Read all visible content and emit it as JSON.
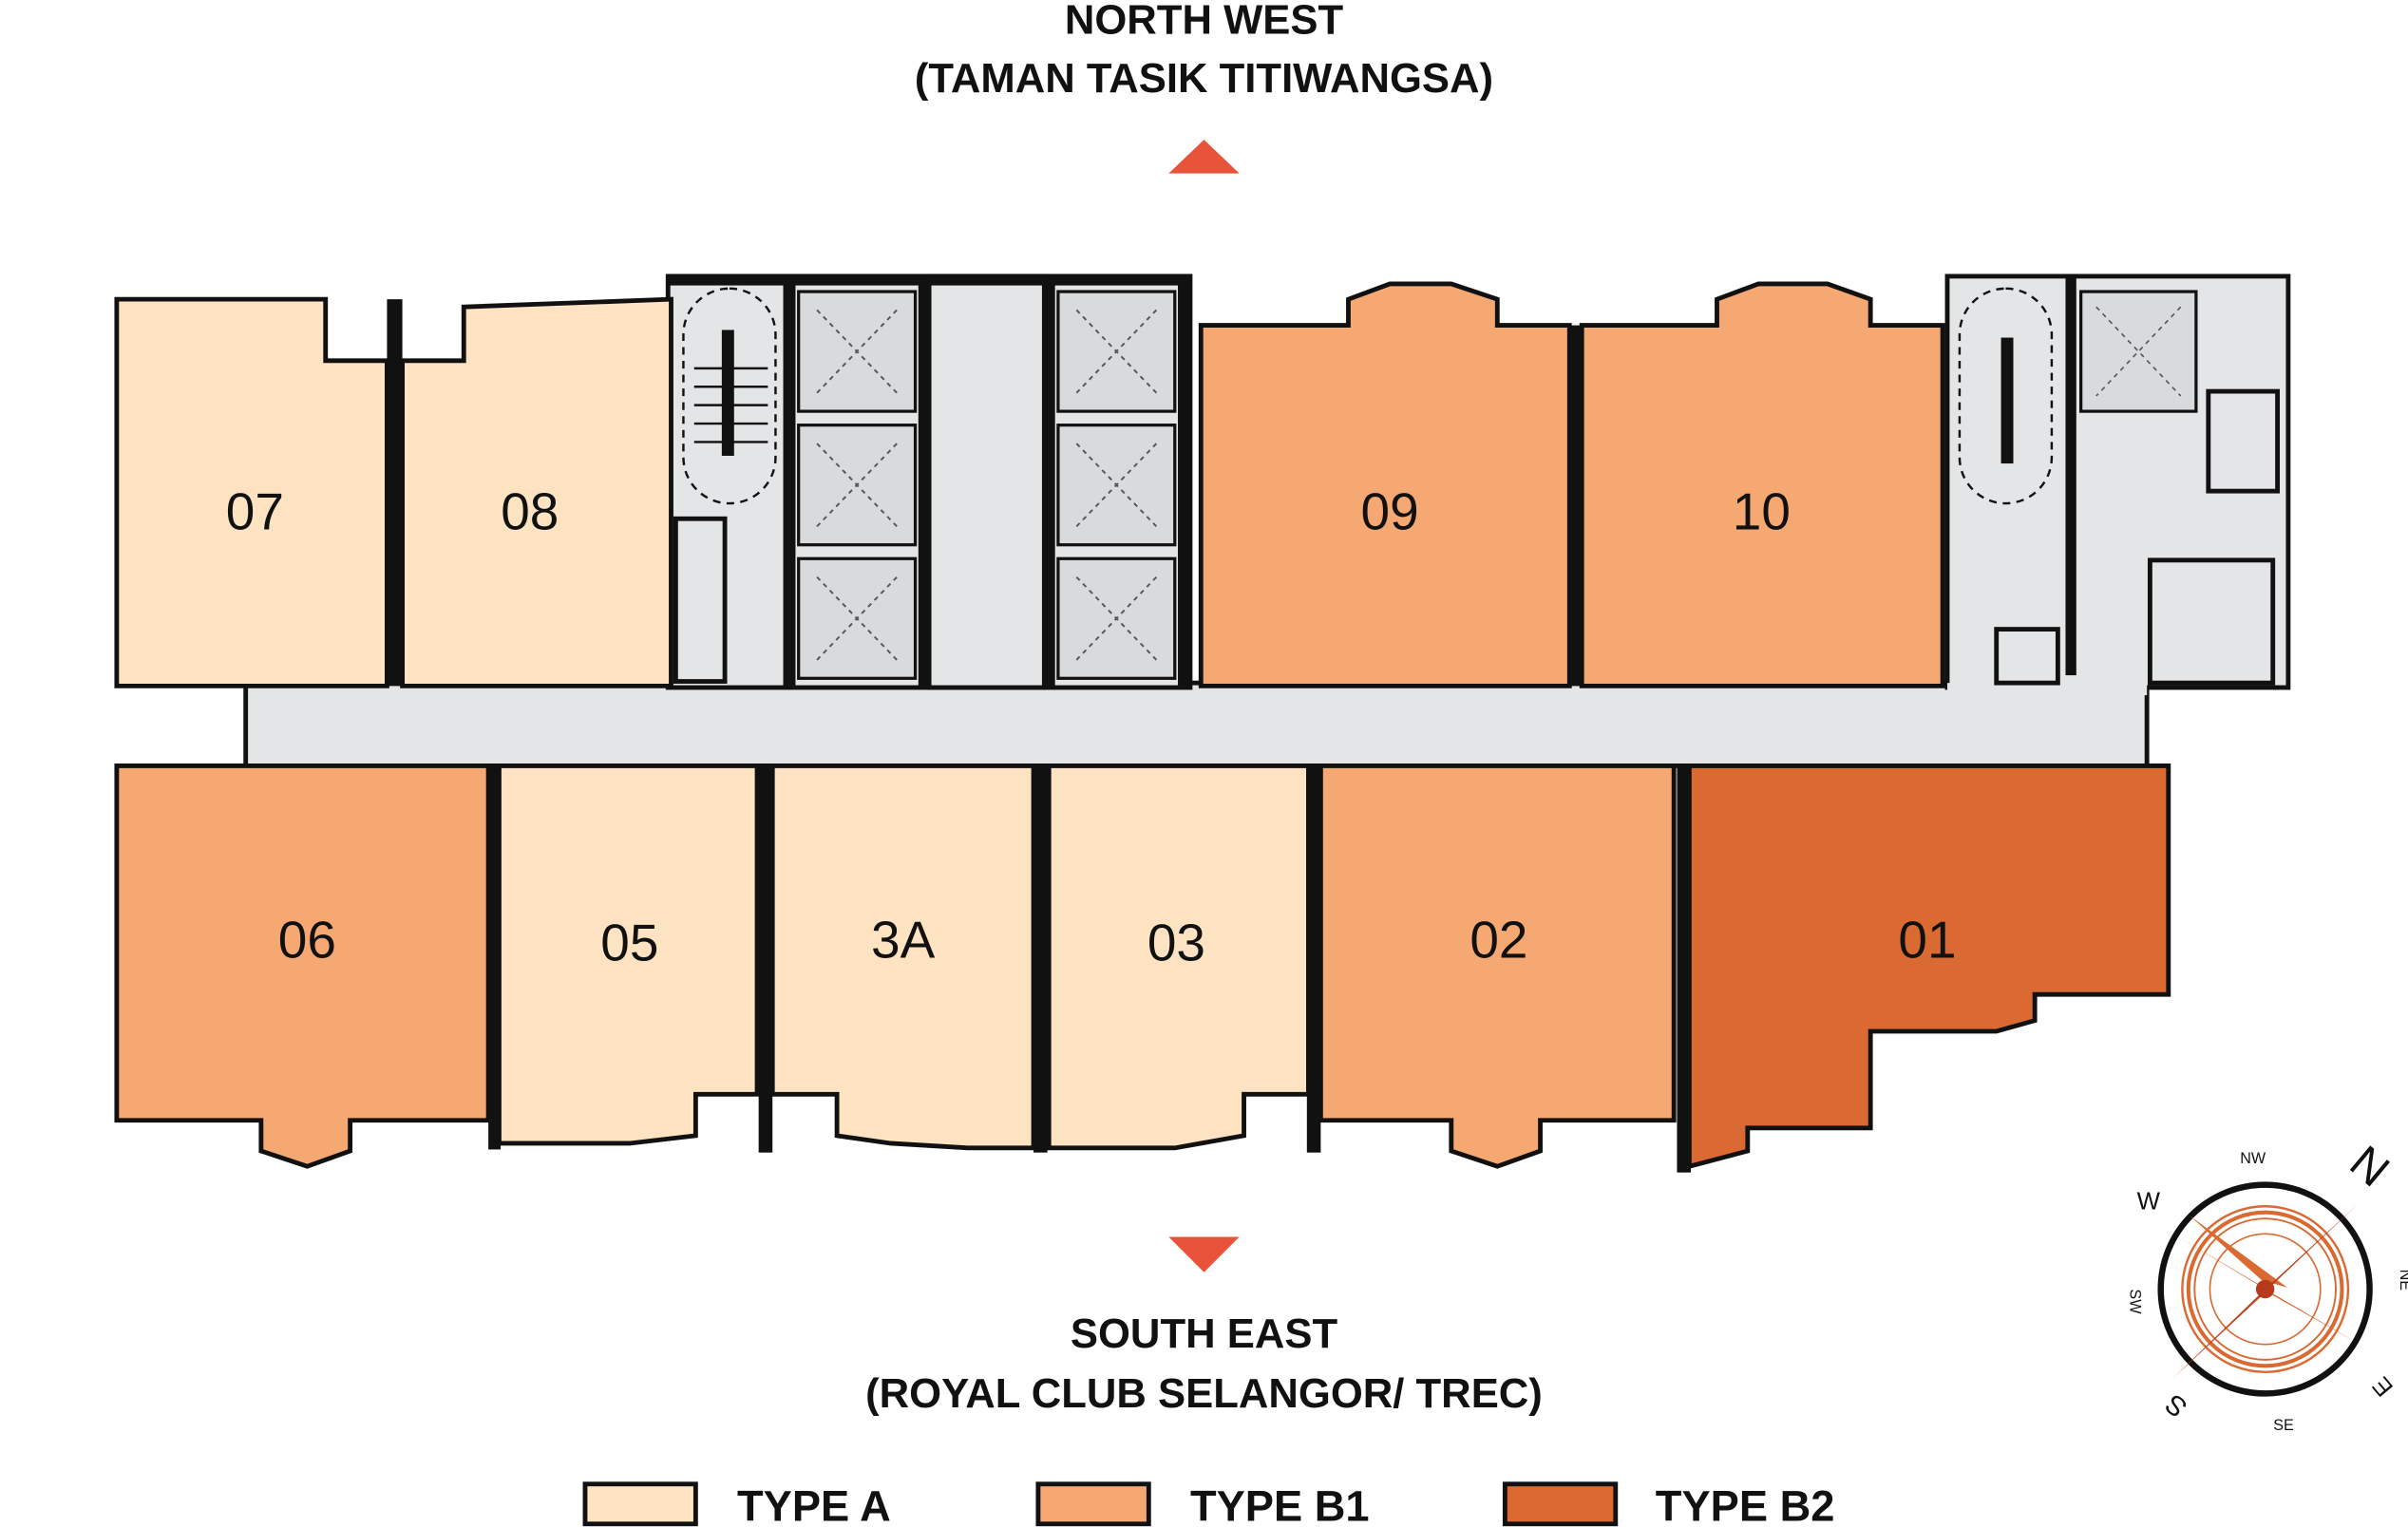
{
  "orientation": {
    "top_title": "NORTH WEST",
    "top_subtitle": "(TAMAN TASIK TITIWANGSA)",
    "bottom_title": "SOUTH EAST",
    "bottom_subtitle": "(ROYAL CLUB SELANGOR/ TREC)",
    "arrow_color": "#e8533a"
  },
  "colors": {
    "type_a": "#fee3c3",
    "type_b1": "#f6a873",
    "type_b2": "#db6a32",
    "corridor": "#e4e5e6"
  },
  "units": [
    {
      "id": "07",
      "type": "type_a"
    },
    {
      "id": "08",
      "type": "type_a"
    },
    {
      "id": "09",
      "type": "type_b1"
    },
    {
      "id": "10",
      "type": "type_b1"
    },
    {
      "id": "06",
      "type": "type_b1"
    },
    {
      "id": "05",
      "type": "type_a"
    },
    {
      "id": "3A",
      "type": "type_a"
    },
    {
      "id": "03",
      "type": "type_a"
    },
    {
      "id": "02",
      "type": "type_b1"
    },
    {
      "id": "01",
      "type": "type_b2"
    }
  ],
  "legend": [
    {
      "label": "TYPE A",
      "type": "type_a"
    },
    {
      "label": "TYPE B1",
      "type": "type_b1"
    },
    {
      "label": "TYPE B2",
      "type": "type_b2"
    }
  ],
  "compass": {
    "n": "N",
    "nw": "NW",
    "w": "W",
    "sw": "SW",
    "s": "S",
    "se": "SE",
    "e": "E",
    "ne": "NE"
  }
}
